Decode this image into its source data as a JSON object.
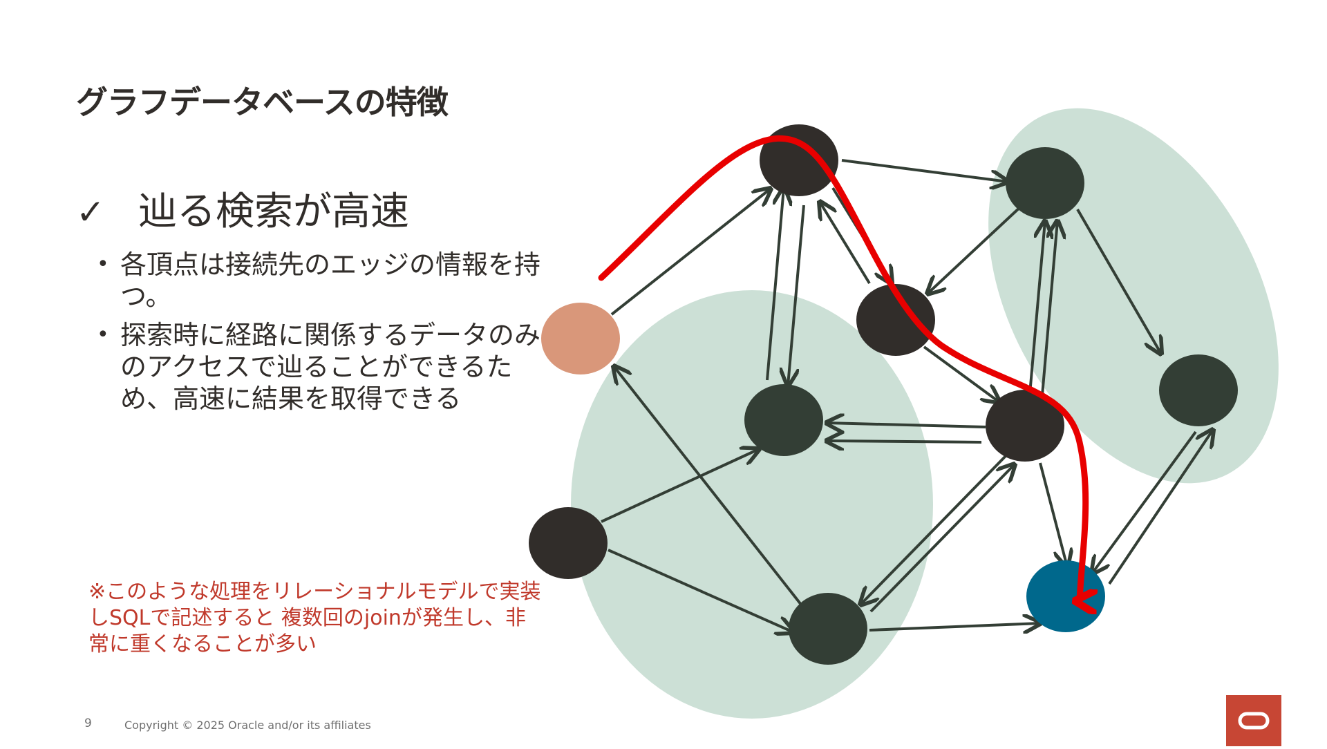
{
  "slide": {
    "title": "グラフデータベースの特徴",
    "check_icon": "✓",
    "heading": "辿る検索が高速",
    "bullets": [
      "各頂点は接続先のエッジの情報を持つ。",
      "探索時に経路に関係するデータのみのアクセスで辿ることができるため、高速に結果を取得できる"
    ],
    "note": "※このような処理をリレーショナルモデルで実装しSQLで記述すると 複数回のjoinが発生し、非常に重くなることが多い",
    "page_number": "9",
    "copyright": "Copyright © 2025 Oracle and/or its affiliates"
  },
  "colors": {
    "node_dark": "#312d2a",
    "node_green": "#333e35",
    "node_start": "#d9977a",
    "node_target": "#00688c",
    "cluster": "#cce0d6",
    "path": "#e80000",
    "note_text": "#c0392b",
    "logo": "#c74634"
  },
  "graph": {
    "start_node": "peach",
    "target_node": "blue"
  }
}
